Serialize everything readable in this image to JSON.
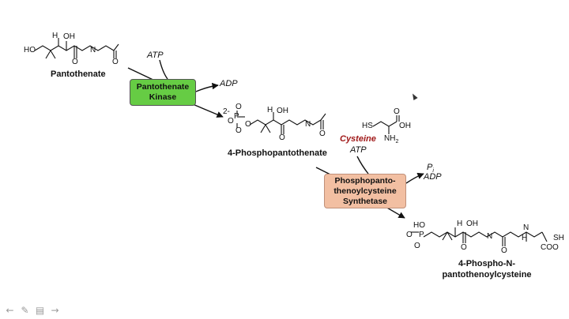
{
  "compounds": {
    "pantothenate": "Pantothenate",
    "phosphopantothenate": "4-Phosphopantothenate",
    "phosphopantothenoylcysteine_line1": "4-Phospho-N-",
    "phosphopantothenoylcysteine_line2": "pantothenoylcysteine",
    "cysteine": "Cysteine"
  },
  "enzymes": {
    "pantothenate_kinase": [
      "Pantothenate",
      "Kinase"
    ],
    "ppcs": [
      "Phosphopanto-",
      "thenoylcysteine",
      "Synthetase"
    ]
  },
  "cofactors": {
    "atp_1": "ATP",
    "adp_1": "ADP",
    "atp_2": "ATP",
    "pi": "P",
    "pi_sub": "i",
    "adp_2": "ADP"
  },
  "atoms": {
    "ho": "HO",
    "h": "H",
    "oh": "OH",
    "n": "N",
    "o": "O",
    "h_small": "H",
    "charge_2minus": "2-",
    "p": "P",
    "hs": "HS",
    "nh2": "NH",
    "nh2_sub": "2",
    "sh": "SH",
    "coo": "COO",
    "ho_small": "HO"
  },
  "colors": {
    "kinase_fill": "#66cc44",
    "synthetase_fill": "#f2bfa2",
    "cysteine_text": "#a01818"
  },
  "toolbar": {
    "icons": [
      "back-arrow-icon",
      "pen-icon",
      "slide-icon",
      "forward-arrow-icon"
    ]
  }
}
